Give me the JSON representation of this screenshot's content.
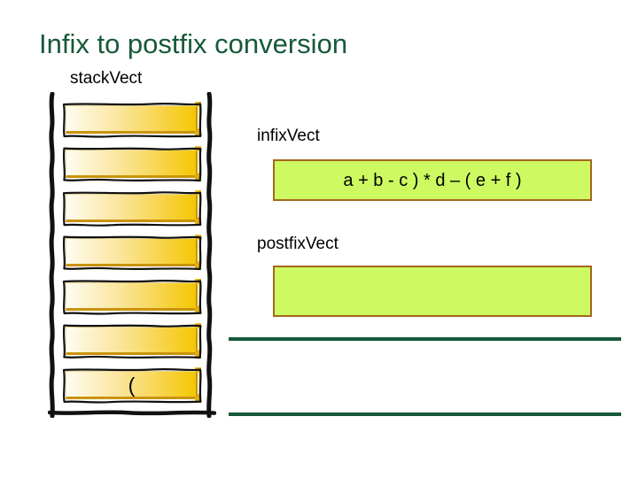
{
  "slide": {
    "title": "Infix to postfix conversion",
    "title_color": "#16593b",
    "background": "#ffffff"
  },
  "stack": {
    "label": "stackVect",
    "cell_count": 7,
    "cell_fill_left": "#fffdf2",
    "cell_fill_right": "#f3c609",
    "wall_color": "#000000",
    "cells": [
      {
        "index": 0,
        "value": ""
      },
      {
        "index": 1,
        "value": ""
      },
      {
        "index": 2,
        "value": ""
      },
      {
        "index": 3,
        "value": ""
      },
      {
        "index": 4,
        "value": ""
      },
      {
        "index": 5,
        "value": ""
      },
      {
        "index": 6,
        "value": "("
      }
    ]
  },
  "infix": {
    "label": "infixVect",
    "value": "a + b - c ) * d – ( e + f )",
    "fill": "#ccfa60",
    "border": "#a5661c"
  },
  "postfix": {
    "label": "postfixVect",
    "value": "",
    "fill": "#ccfa60",
    "border": "#a5661c"
  },
  "rules": {
    "color": "#16593b",
    "count": 2
  }
}
